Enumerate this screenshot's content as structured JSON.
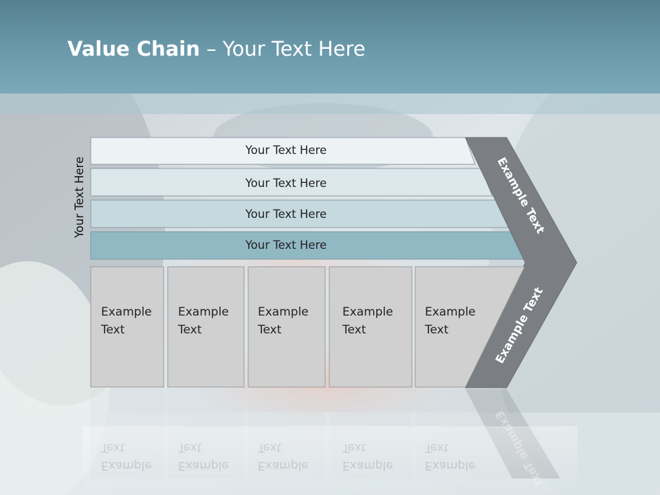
{
  "title": {
    "bold": "Value Chain",
    "rest": " – Your Text Here"
  },
  "side_label": "Your Text Here",
  "rows": [
    {
      "label": "Your Text Here",
      "color": "#edf2f4"
    },
    {
      "label": "Your Text Here",
      "color": "#dce7eb"
    },
    {
      "label": "Your Text Here",
      "color": "#c5d9df"
    },
    {
      "label": "Your Text Here",
      "color": "#91b9c4"
    }
  ],
  "boxes": [
    {
      "line1": "Example",
      "line2": "Text"
    },
    {
      "line1": "Example",
      "line2": "Text"
    },
    {
      "line1": "Example",
      "line2": "Text"
    },
    {
      "line1": "Example",
      "line2": "Text"
    },
    {
      "line1": "Example",
      "line2": "Text"
    }
  ],
  "chevron": {
    "upper": "Example Text",
    "lower": "Example Text",
    "color": "#7b7f83"
  },
  "colors": {
    "header": "#6b9aab",
    "box_fill": "#d0d0d0"
  }
}
